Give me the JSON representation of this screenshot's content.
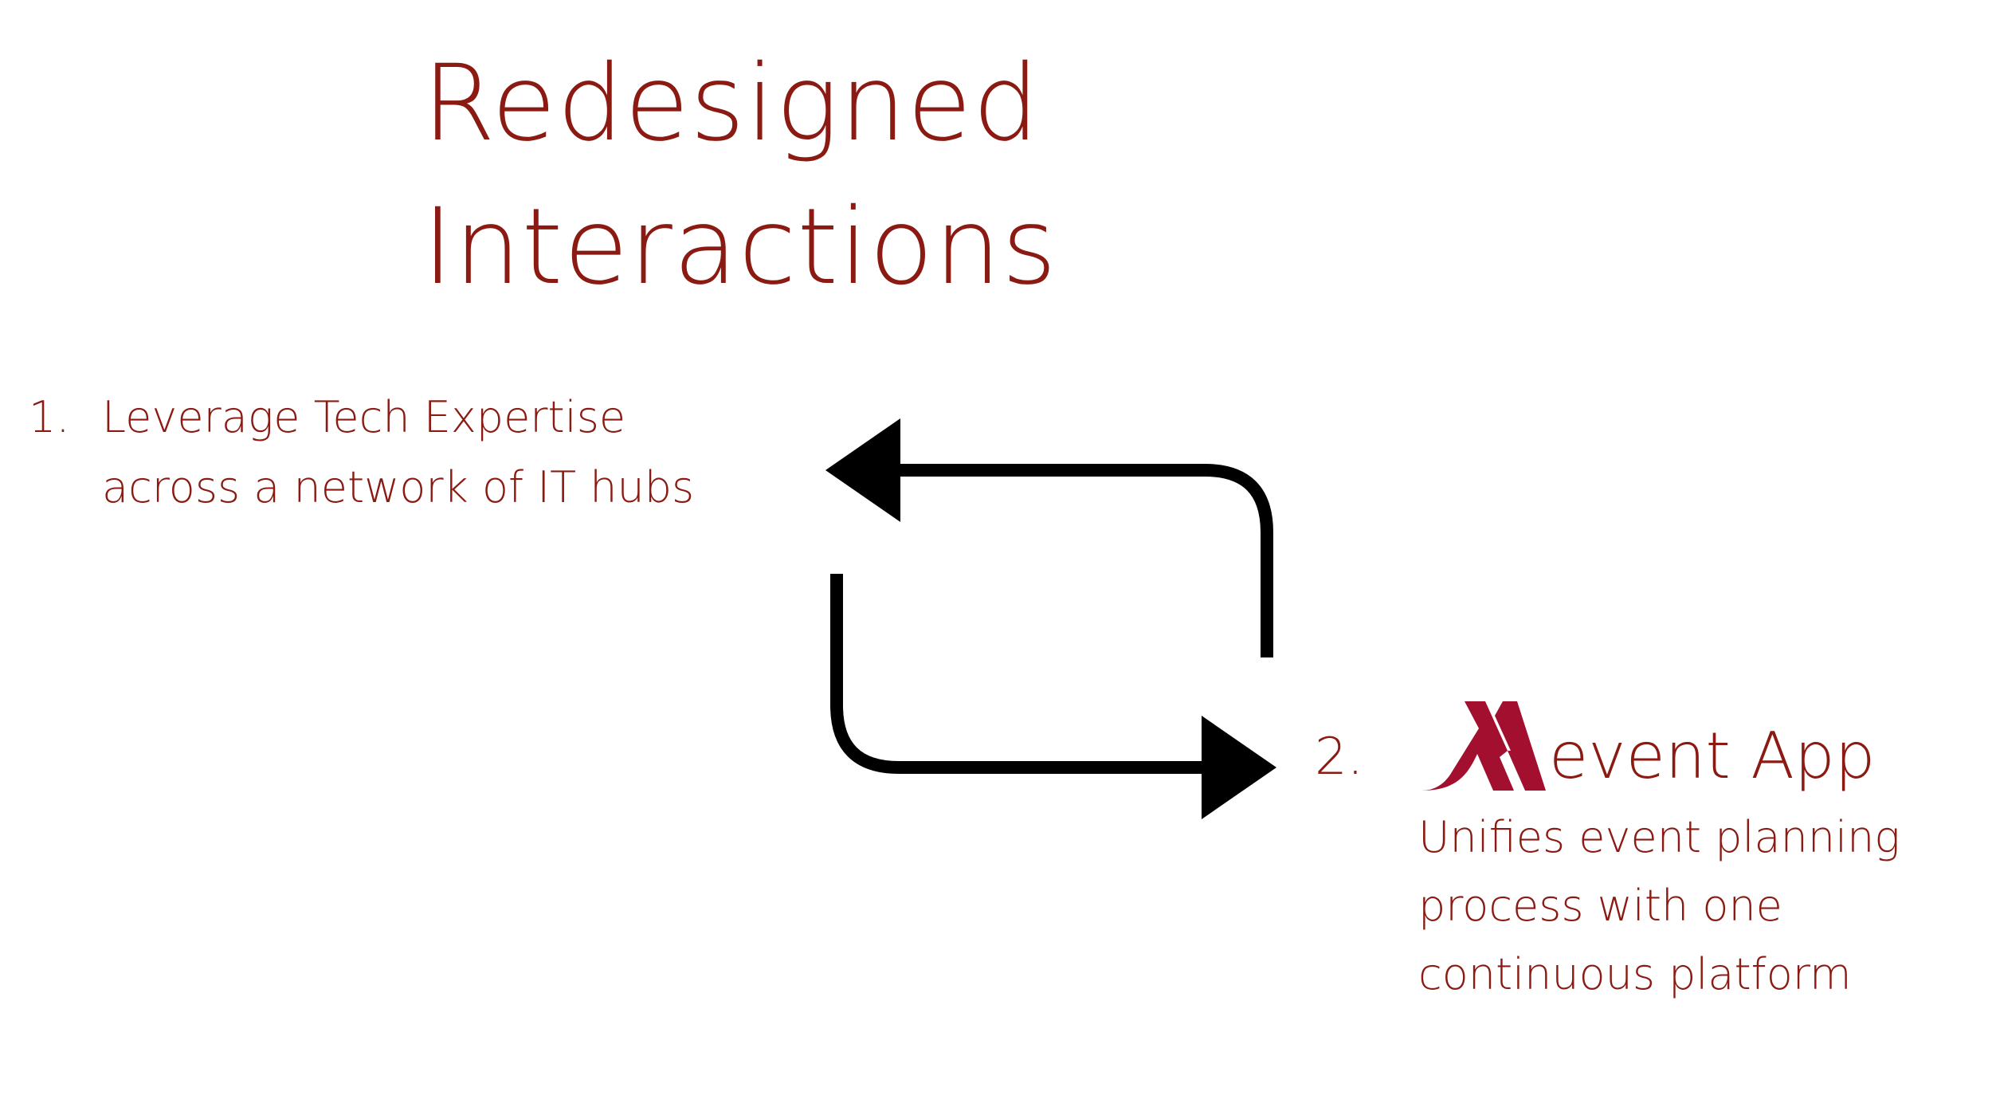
{
  "title": "Redesigned Interactions",
  "items": [
    {
      "number": "1.",
      "lines": [
        "Leverage Tech Expertise",
        "across a network of IT hubs"
      ]
    },
    {
      "number": "2.",
      "app_name": "event App",
      "lines": [
        "Unifies event planning",
        "process with one",
        "continuous platform"
      ]
    }
  ],
  "colors": {
    "text": "#8b1a12",
    "logo": "#a3102f",
    "arrows": "#000000"
  },
  "icons": {
    "logo": "marriott-m-logo",
    "top-arrow": "arrow-left-icon",
    "bottom-arrow": "arrow-right-icon"
  }
}
